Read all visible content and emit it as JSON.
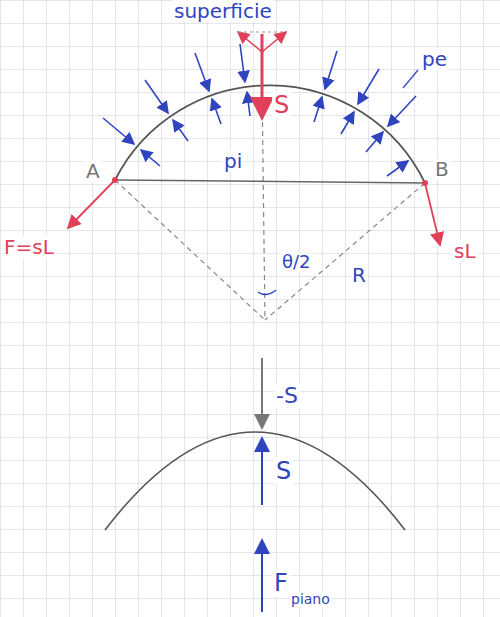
{
  "diagram": {
    "labels": [
      "superficie",
      "S",
      "pe",
      "pi",
      "A",
      "B",
      "F=sL",
      "sL",
      "θ/2",
      "R",
      "-S",
      "S",
      "F",
      "piano"
    ]
  }
}
